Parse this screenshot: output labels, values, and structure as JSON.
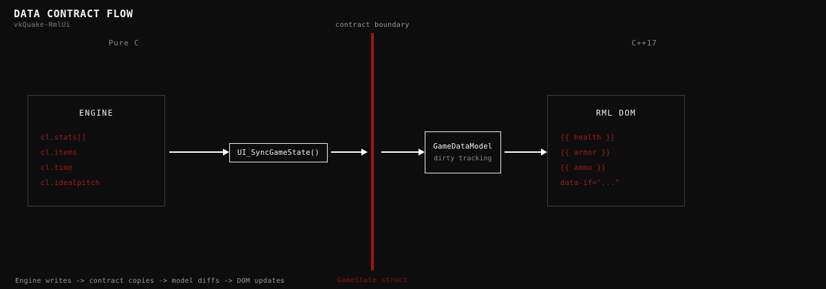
{
  "header": {
    "title": "DATA CONTRACT FLOW",
    "subtitle": "vkQuake-RmlUi"
  },
  "zones": {
    "left_label": "Pure C",
    "right_label": "C++17"
  },
  "boundary": {
    "label": "contract boundary",
    "caption": "GameState struct",
    "color": "#a4121a"
  },
  "panels": {
    "engine": {
      "title": "ENGINE",
      "items": [
        "cl.stats[]",
        "cl.items",
        "cl.time",
        "cl.idealpitch"
      ]
    },
    "dom": {
      "title": "RML DOM",
      "items": [
        "{{ health }}",
        "{{ armor }}",
        "{{ ammo }}",
        "data-if=\"...\""
      ]
    }
  },
  "nodes": {
    "sync": {
      "label": "UI_SyncGameState()"
    },
    "model": {
      "label": "GameDataModel",
      "sublabel": "dirty tracking"
    }
  },
  "footer": {
    "text": "Engine writes -> contract copies -> model diffs -> DOM updates"
  },
  "colors": {
    "background": "#0d0d0d",
    "accent_red": "#a5181c",
    "boundary_red": "#a4121a",
    "text_primary": "#f2f2f2",
    "text_muted": "#8a8a8a",
    "panel_border": "#3b3b3b",
    "node_border": "#f0f0f0"
  }
}
